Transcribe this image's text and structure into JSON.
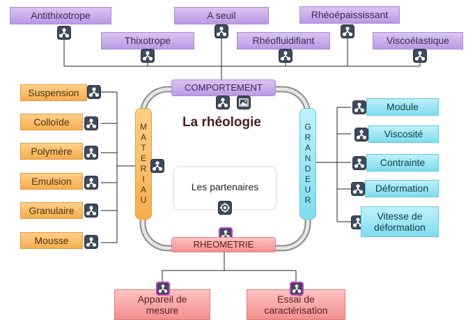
{
  "center": {
    "title": "La rhéologie",
    "partners": "Les partenaires"
  },
  "top_group": {
    "hub": "COMPORTEMENT",
    "items": [
      "Antithixotrope",
      "A seuil",
      "Rhéoépaississant",
      "Thixotrope",
      "Rhéofluidifiant",
      "Viscoélastique"
    ]
  },
  "left_group": {
    "hub_letters": [
      "M",
      "A",
      "T",
      "E",
      "R",
      "I",
      "A",
      "U"
    ],
    "items": [
      "Suspension",
      "Colloïde",
      "Polymère",
      "Emulsion",
      "Granulaire",
      "Mousse"
    ]
  },
  "right_group": {
    "hub_letters": [
      "G",
      "R",
      "A",
      "N",
      "D",
      "E",
      "U",
      "R"
    ],
    "items": [
      "Module",
      "Viscosité",
      "Contrainte",
      "Déformation",
      "Vitesse de déformation"
    ]
  },
  "bottom_group": {
    "hub": "RHEOMETRIE",
    "items": [
      "Appareil de mesure",
      "Essai de caractérisation"
    ]
  },
  "colors": {
    "comportement": "#b99ae4",
    "materiau": "#f6ad4e",
    "grandeur": "#7fdcef",
    "rheometrie": "#f28f8f",
    "icon": "#3f4a5c",
    "icon_highlight": "#c23cc0"
  },
  "icons": {
    "branch": "mindmap-branch-icon",
    "image": "image-icon",
    "target": "target-icon"
  }
}
